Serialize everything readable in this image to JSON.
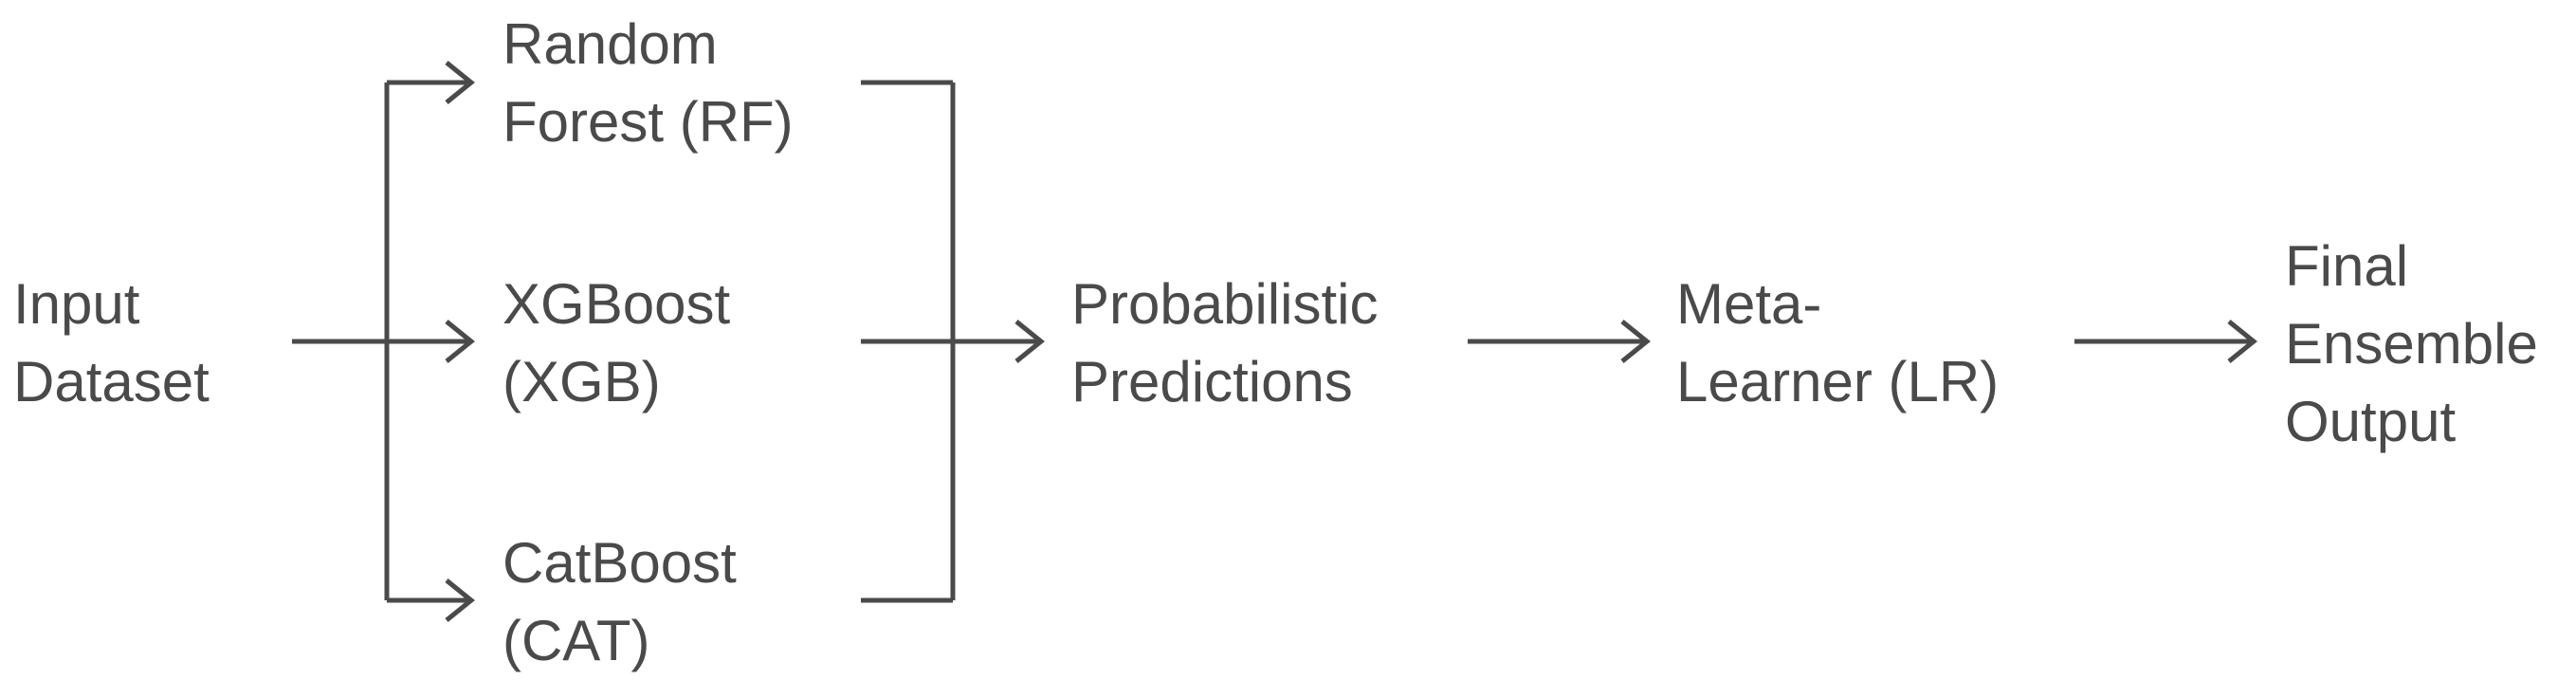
{
  "nodes": {
    "input": {
      "lines": [
        "Input",
        "Dataset"
      ]
    },
    "rf": {
      "lines": [
        "Random",
        "Forest (RF)"
      ]
    },
    "xgb": {
      "lines": [
        "XGBoost",
        "(XGB)"
      ]
    },
    "cat": {
      "lines": [
        "CatBoost",
        "(CAT)"
      ]
    },
    "probabilistic": {
      "lines": [
        "Probabilistic",
        "Predictions"
      ]
    },
    "meta": {
      "lines": [
        "Meta-",
        "Learner (LR)"
      ]
    },
    "final": {
      "lines": [
        "Final",
        "Ensemble",
        "Output"
      ]
    }
  }
}
